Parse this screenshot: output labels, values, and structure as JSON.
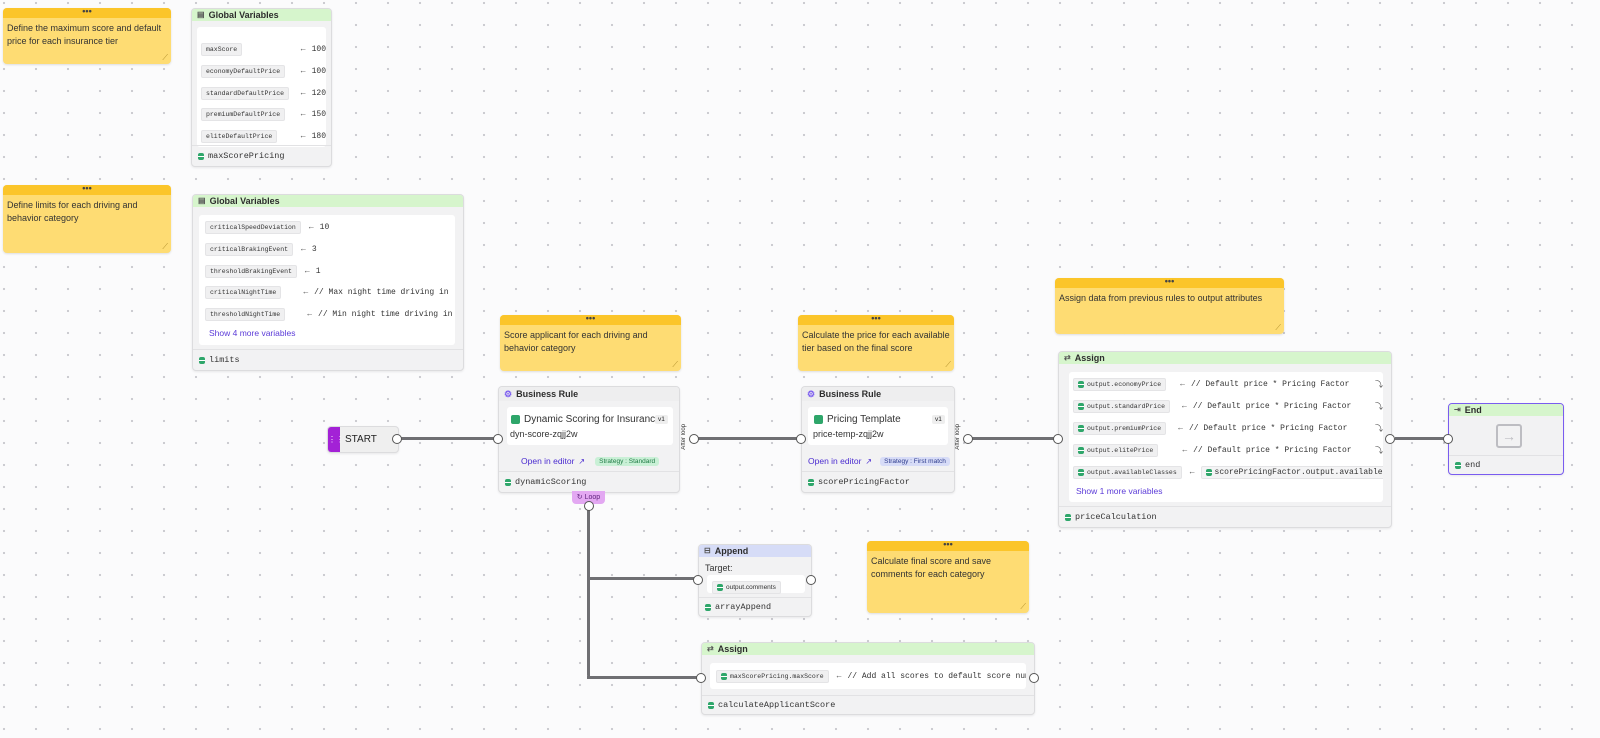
{
  "notes": {
    "n1": "Define the maximum score and default price for each insurance tier",
    "n2": "Define limits for each driving and behavior category",
    "n3": "Score applicant for each driving and behavior category",
    "n4": "Calculate the price for each available tier based on the final score",
    "n5": "Assign data from previous rules to output attributes",
    "n6": "Calculate final score and save comments for each category",
    "menu_glyph": "•••"
  },
  "global1": {
    "title": "Global Variables",
    "vars": [
      {
        "name": "maxScore",
        "value": "100"
      },
      {
        "name": "economyDefaultPrice",
        "value": "100"
      },
      {
        "name": "standardDefaultPrice",
        "value": "120"
      },
      {
        "name": "premiumDefaultPrice",
        "value": "150"
      },
      {
        "name": "eliteDefaultPrice",
        "value": "180"
      }
    ],
    "footer": "maxScorePricing"
  },
  "global2": {
    "title": "Global Variables",
    "vars": [
      {
        "name": "criticalSpeedDeviation",
        "value": "10"
      },
      {
        "name": "criticalBrakingEvent",
        "value": "3"
      },
      {
        "name": "thresholdBrakingEvent",
        "value": "1"
      },
      {
        "name": "criticalNightTime",
        "value": "// Max night time driving in"
      },
      {
        "name": "thresholdNightTime",
        "value": "// Min night time driving in"
      }
    ],
    "more": "Show 4 more variables",
    "footer": "limits"
  },
  "start": {
    "label": "START"
  },
  "rule1": {
    "header": "Business Rule",
    "name": "Dynamic Scoring for Insurance",
    "version": "v1",
    "id": "dyn-score-zqjj2w",
    "open": "Open in editor",
    "strategy": "Strategy : Standard",
    "footer": "dynamicScoring",
    "side": "After loop",
    "loop": "Loop"
  },
  "rule2": {
    "header": "Business Rule",
    "name": "Pricing Template",
    "version": "v1",
    "id": "price-temp-zqjj2w",
    "open": "Open in editor",
    "strategy": "Strategy : First match",
    "footer": "scorePricingFactor",
    "side": "After loop"
  },
  "assign1": {
    "header": "Assign",
    "rows": [
      {
        "target": "output.economyPrice",
        "value": "// Default price * Pricing Factor"
      },
      {
        "target": "output.standardPrice",
        "value": "// Default price * Pricing Factor"
      },
      {
        "target": "output.premiumPrice",
        "value": "// Default price * Pricing Factor"
      },
      {
        "target": "output.elitePrice",
        "value": "// Default price * Pricing Factor"
      },
      {
        "target": "output.availableClasses",
        "value": "scorePricingFactor.output.availableClas"
      }
    ],
    "more": "Show 1 more variables",
    "footer": "priceCalculation"
  },
  "end": {
    "header": "End",
    "footer": "end"
  },
  "append": {
    "header": "Append",
    "target_label": "Target:",
    "target": "output.comments",
    "footer": "arrayAppend"
  },
  "assign2": {
    "header": "Assign",
    "target": "maxScorePricing.maxScore",
    "value": "// Add all scores to default score numbe",
    "footer": "calculateApplicantScore"
  },
  "symbols": {
    "arrow": "←",
    "assign_arrow": "←"
  },
  "colors": {
    "accent": "#5b3bd8",
    "note": "#fedc73",
    "note_bar": "#fbc52a",
    "start": "#a321d6",
    "end_border": "#7a5cf0"
  }
}
